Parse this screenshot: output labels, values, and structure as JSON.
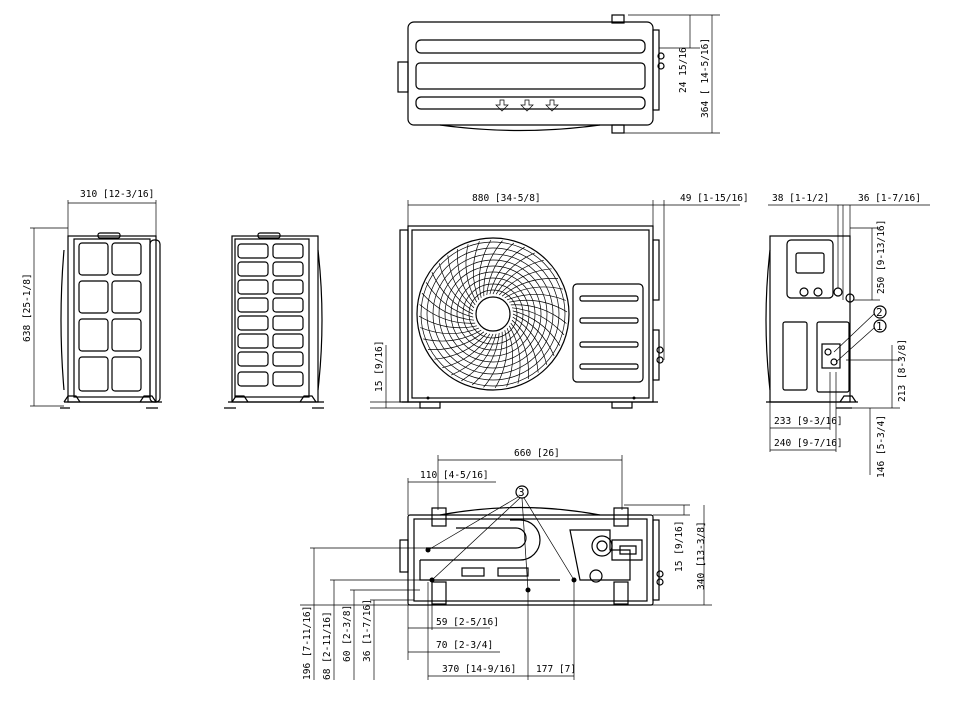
{
  "dimensions": {
    "top_depth_small": "24 15/16",
    "top_depth_total": "364 [ 14-5/16]",
    "side_width": "310 [12-3/16]",
    "side_height": "638 [25-1/8]",
    "front_width": "880 [34-5/8]",
    "front_right_offset": "49 [1-15/16]",
    "front_foot_height": "15 [9/16]",
    "right_top_left": "38 [1-1/2]",
    "right_top_right": "36 [1-7/16]",
    "right_valve_height": "250 [9-13/16]",
    "right_lower_height": "213 [8-3/8]",
    "right_foot_height": "146 [5-3/4]",
    "right_bottom_233": "233 [9-3/16]",
    "right_bottom_240": "240 [9-7/16]",
    "base_mount_width": "660 [26]",
    "base_hole_offset": "110 [4-5/16]",
    "base_right_15": "15 [9/16]",
    "base_right_340": "340 [13-3/8]",
    "base_59": "59 [2-5/16]",
    "base_70": "70 [2-3/4]",
    "base_370": "370 [14-9/16]",
    "base_177": "177 [7]",
    "base_v_196": "196 [7-11/16]",
    "base_v_68": "68 [2-11/16]",
    "base_v_60": "60 [2-3/8]",
    "base_v_36": "36 [1-7/16]"
  },
  "callouts": {
    "c1": "1",
    "c2": "2",
    "c3": "3"
  }
}
